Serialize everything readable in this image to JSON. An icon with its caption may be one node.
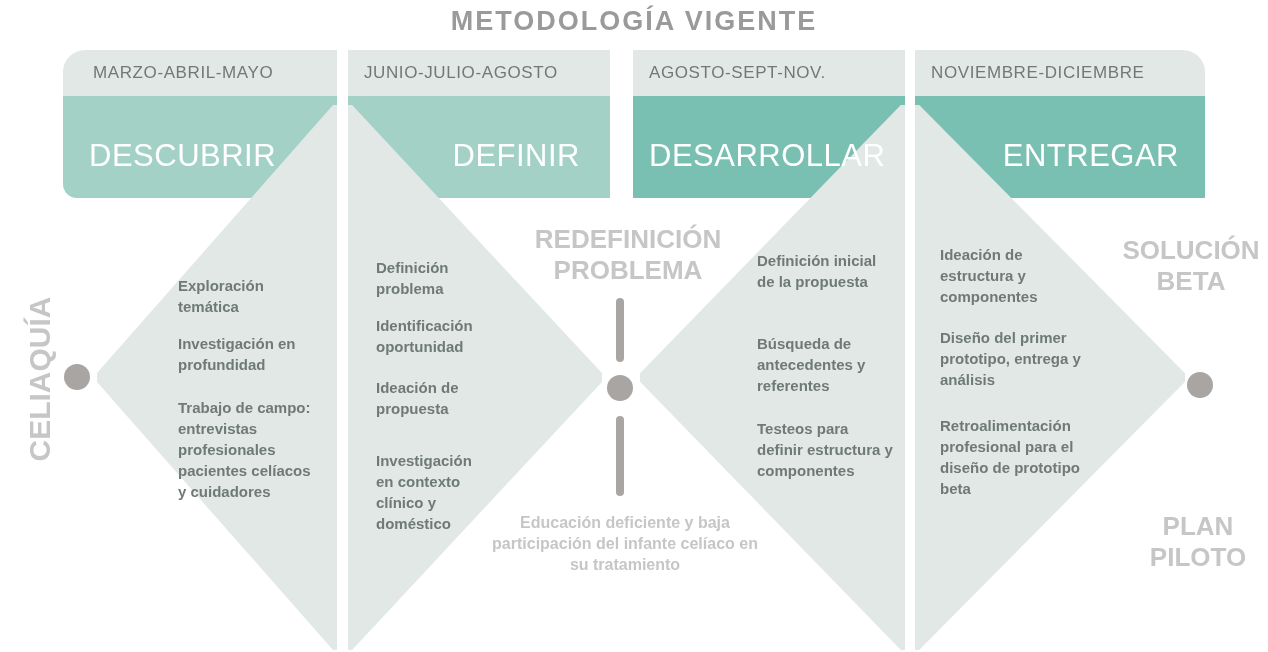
{
  "diagram": {
    "title": "METODOLOGÍA VIGENTE",
    "nodes": [
      {
        "text": [
          "MARZO-ABRIL-MAYO",
          "DESCUBRIR"
        ]
      },
      {
        "text": [
          "JUNIO-JULIO-AGOSTO",
          "DEFINIR"
        ]
      },
      {
        "text": [
          "AGOSTO-SEPT-NOV.",
          "DESARROLLAR"
        ]
      },
      {
        "text": [
          "NOVIEMBRE-DICIEMBRE",
          "ENTREGAR"
        ]
      },
      {
        "text": [
          "Exploración temática",
          "Investigación en profundidad",
          "Trabajo de campo: entrevistas profesionales pacientes celíacos y cuidadores"
        ]
      },
      {
        "text": [
          "Definición problema",
          "Identificación oportunidad",
          "Ideación de propuesta",
          "Investigación en contexto clínico y doméstico"
        ]
      },
      {
        "text": [
          "Definición inicial de la propuesta",
          "Búsqueda de antecedentes y referentes",
          "Testeos para definir estructura y componentes"
        ]
      },
      {
        "text": [
          "Ideación de estructura y componentes",
          "Diseño del primer prototipo, entrega y análisis",
          "Retroalimentación profesional para el diseño de prototipo beta"
        ]
      },
      {
        "text": [],
        "shape": "circle"
      },
      {
        "text": [],
        "shape": "circle"
      },
      {
        "text": [],
        "shape": "circle"
      }
    ],
    "labels": [
      "CELIAQUÍA",
      "REDEFINICIÓN PROBLEMA",
      "SOLUCIÓN BETA",
      "Educación deficiente y baja participación del infante celíaco en su tratamiento",
      "PLAN PILOTO"
    ]
  }
}
